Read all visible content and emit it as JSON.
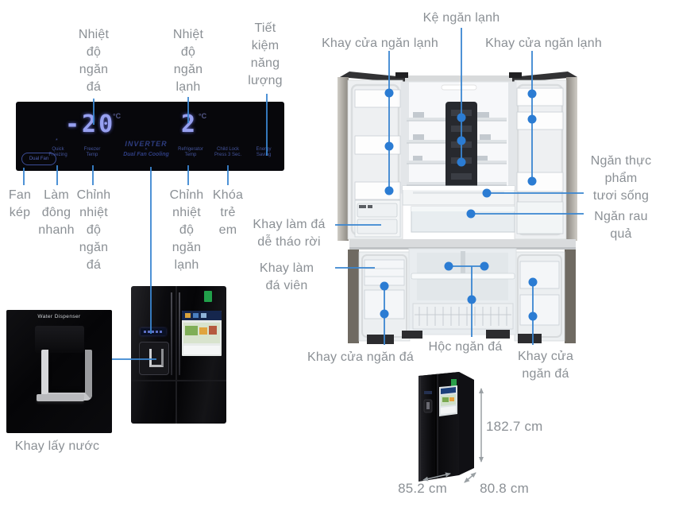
{
  "colors": {
    "callout_blue": "#2b7cd3",
    "line_blue": "#3a86d1",
    "label_gray": "#8b9095",
    "arrow_gray": "#9aa0a4",
    "display_glow": "#97a0f0",
    "energy_label_green": "#21a04a"
  },
  "panel": {
    "freezer_display": "-20",
    "fridge_display": "2",
    "unit": "°C",
    "asterisk": "*",
    "dual_fan_btn": "Dual Fan",
    "quick_freezing": "Quick\nFreezing",
    "freezer_temp": "Freezer\nTemp",
    "inverter": "INVERTER",
    "inverter_x": "✕",
    "dual_fan_cooling": "Dual Fan Cooling",
    "refrigerator_temp": "Refrigerator\nTemp",
    "child_lock": "Child Lock\nPress 3 Sec.",
    "energy_saving": "Energy\nSaving"
  },
  "callouts": {
    "freezer_temperature": "Nhiệt\nđộ\nngăn\nđá",
    "fridge_temperature": "Nhiệt\nđộ\nngăn\nlạnh",
    "energy_saving": "Tiết\nkiệm\nnăng\nlượng",
    "dual_fan": "Fan\nkép",
    "quick_freeze": "Làm\nđông\nnhanh",
    "adjust_freezer_temp": "Chỉnh\nnhiệt\nđộ\nngăn\nđá",
    "adjust_fridge_temp": "Chỉnh\nnhiệt\nđộ\nngăn\nlạnh",
    "child_lock": "Khóa\ntrẻ\nem",
    "cool_shelf": "Kệ ngăn lạnh",
    "cool_door_tray_left": "Khay cửa ngăn lạnh",
    "cool_door_tray_right": "Khay cửa ngăn lạnh",
    "fresh_food_compartment": "Ngăn thực\nphẩm\ntươi sống",
    "vegetable_compartment": "Ngăn rau\nquả",
    "removable_ice_tray": "Khay làm đá\ndễ tháo rời",
    "ice_cube_tray": "Khay làm\nđá viên",
    "freezer_door_tray_left": "Khay cửa ngăn đá",
    "freezer_box": "Hộc ngăn đá",
    "freezer_door_tray_right": "Khay cửa\nngăn đá",
    "water_tray": "Khay lấy nước"
  },
  "dispenser": {
    "caption": "Water Dispenser"
  },
  "dimensions": {
    "height": "182.7 cm",
    "width": "85.2 cm",
    "depth": "80.8 cm"
  }
}
